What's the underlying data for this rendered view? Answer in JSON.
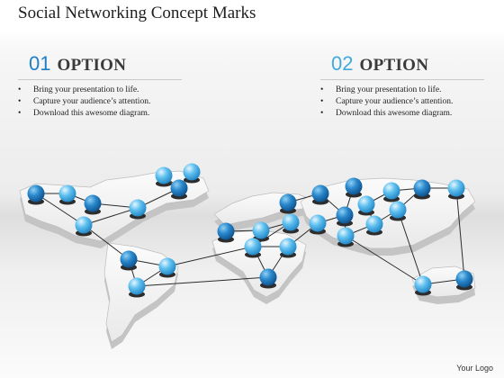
{
  "slide": {
    "title": "Social Networking Concept Marks",
    "logo": "Your Logo",
    "colors": {
      "accent_dark": "#1f7fc4",
      "accent_light": "#41a9dd",
      "continent_face": "#f4f4f4",
      "continent_edge": "#bfbfbf",
      "connector": "#2c2c2c"
    }
  },
  "options": [
    {
      "number": "01",
      "label": "OPTION",
      "bullets": [
        "Bring your presentation to life.",
        "Capture your audience’s attention.",
        "Download this awesome diagram."
      ]
    },
    {
      "number": "02",
      "label": "OPTION",
      "bullets": [
        "Bring your presentation to life.",
        "Capture your audience’s attention.",
        "Download this awesome diagram."
      ]
    }
  ],
  "graphic": {
    "description_icon": "world-map-network-icon",
    "node_icon": "blue-sphere-icon"
  }
}
